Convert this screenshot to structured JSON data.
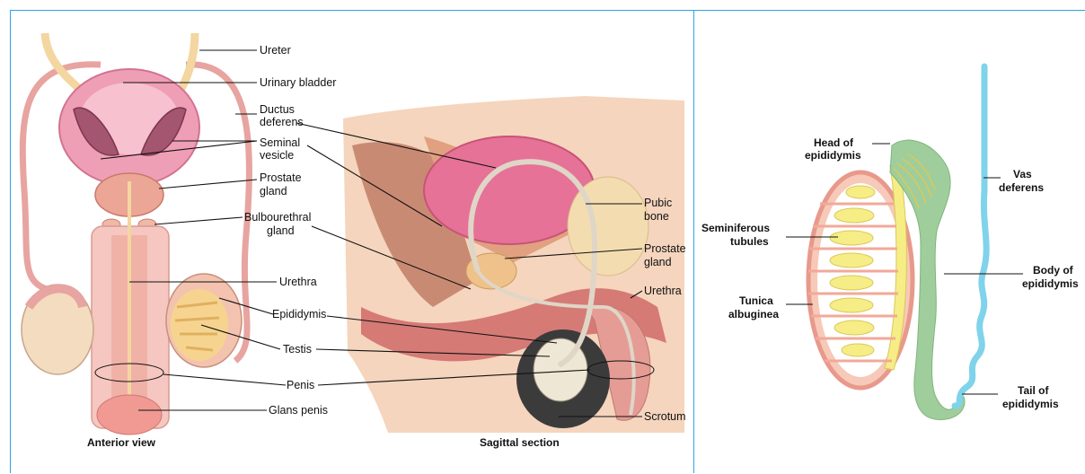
{
  "left_panel": {
    "anterior_labels": {
      "ureter": "Ureter",
      "urinary_bladder": "Urinary bladder",
      "ductus_deferens": [
        "Ductus",
        "deferens"
      ],
      "seminal_vesicle": [
        "Seminal",
        "vesicle"
      ],
      "prostate_gland": [
        "Prostate",
        "gland"
      ],
      "bulbourethral_gland": [
        "Bulbourethral",
        "gland"
      ],
      "urethra": "Urethra",
      "epididymis": "Epididymis",
      "testis": "Testis",
      "penis": "Penis",
      "glans_penis": "Glans penis"
    },
    "sagittal_labels": {
      "pubic_bone": [
        "Pubic",
        "bone"
      ],
      "prostate_gland": [
        "Prostate",
        "gland"
      ],
      "urethra": "Urethra",
      "scrotum": "Scrotum"
    },
    "captions": {
      "anterior": "Anterior view",
      "sagittal": "Sagittal section"
    }
  },
  "right_panel": {
    "labels": {
      "head_of_epididymis": [
        "Head of",
        "epididymis"
      ],
      "vas_deferens": [
        "Vas",
        "deferens"
      ],
      "seminiferous_tubules": [
        "Seminiferous",
        "tubules"
      ],
      "body_of_epididymis": [
        "Body of",
        "epididymis"
      ],
      "tunica_albuginea": [
        "Tunica",
        "albuginea"
      ],
      "tail_of_epididymis": [
        "Tail of",
        "epididymis"
      ]
    }
  },
  "colors": {
    "frame": "#2aa8df",
    "bladder": "#e68aa6",
    "tissue": "#f3b9b2",
    "ureter": "#f3d6a0",
    "epididymis_green": "#9fce9c",
    "vas_blue": "#7fd3ea",
    "tubule_yellow": "#f6ed86"
  }
}
